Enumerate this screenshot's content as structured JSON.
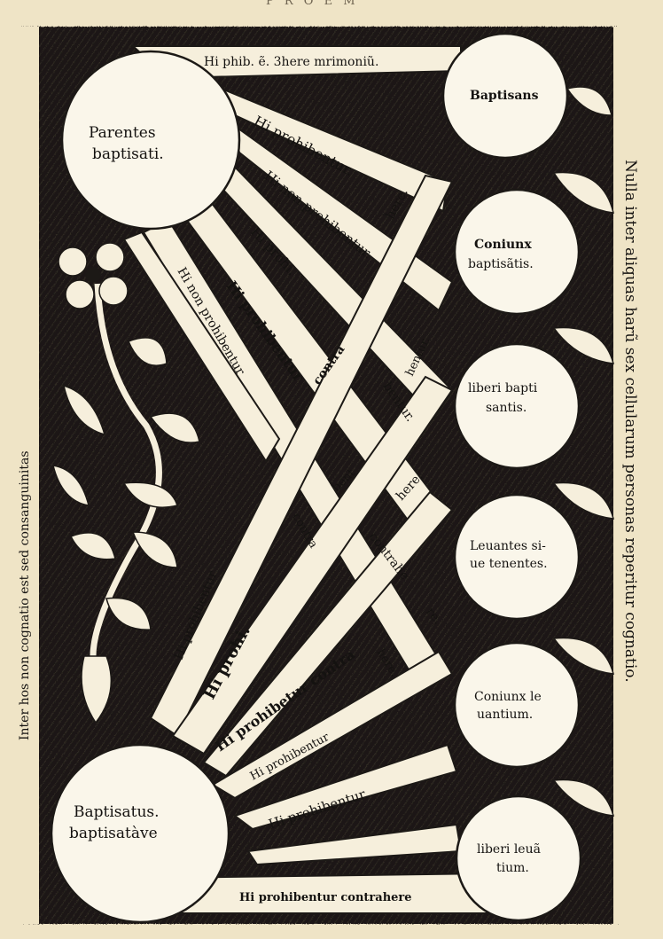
{
  "colors": {
    "ink": "#1c1916",
    "paper": "#efe4c6",
    "band": "#f6efdc",
    "circle": "#faf6ea"
  },
  "page_header": "P R O E M",
  "top_band": "Hi phib. ẽ. 3here mrimoniũ.",
  "bottom_band": "Hi prohibentur contrahere",
  "right_margin": "Nulla inter aliquas harũ sex cellularum personas reperitur cognatio.",
  "left_margin": "Inter hos non cognatio est sed consanguinitas",
  "nodes": {
    "parents": [
      "Parentes",
      "baptisati."
    ],
    "baptized": [
      "Baptisatus.",
      "baptisatàve"
    ],
    "right": [
      [
        "Baptisans"
      ],
      [
        "Coniunx",
        "baptisãtis."
      ],
      [
        "liberi bapti",
        "santis."
      ],
      [
        "Leuantes si-",
        "ue tenentes."
      ],
      [
        "Coniunx le",
        "uantium."
      ],
      [
        "liberi leuã",
        "tium."
      ]
    ]
  },
  "bands": {
    "hi_prohibentur": "Hi prohibentur.",
    "hi_non_prohibentur": "Hi non prohibentur.",
    "hi_prohi": "Hi prohi.",
    "hi_prohibentur_long": "Hi prohibentur",
    "hi_non_prohibentur_2": "Hi non prohibentur",
    "hi_prohibentur_lower": "Hi prohibentur",
    "hi_prohi_2": "Hi prohi.",
    "hi_prohibetur_contra": "Hi prohibetur contra",
    "hi_prohibentur_short": "Hi prohibentur",
    "hi_prohibentur_bottom": "Hi prohibentur.",
    "here_1": "here.",
    "contra": "contra",
    "hentur": "hentur.",
    "bentur": "bentur.",
    "bent": "bent",
    "here_2": "here.",
    "contra_2": "contra",
    "contrahe": "contrahe",
    "re": "re.",
    "here_3": "here."
  }
}
